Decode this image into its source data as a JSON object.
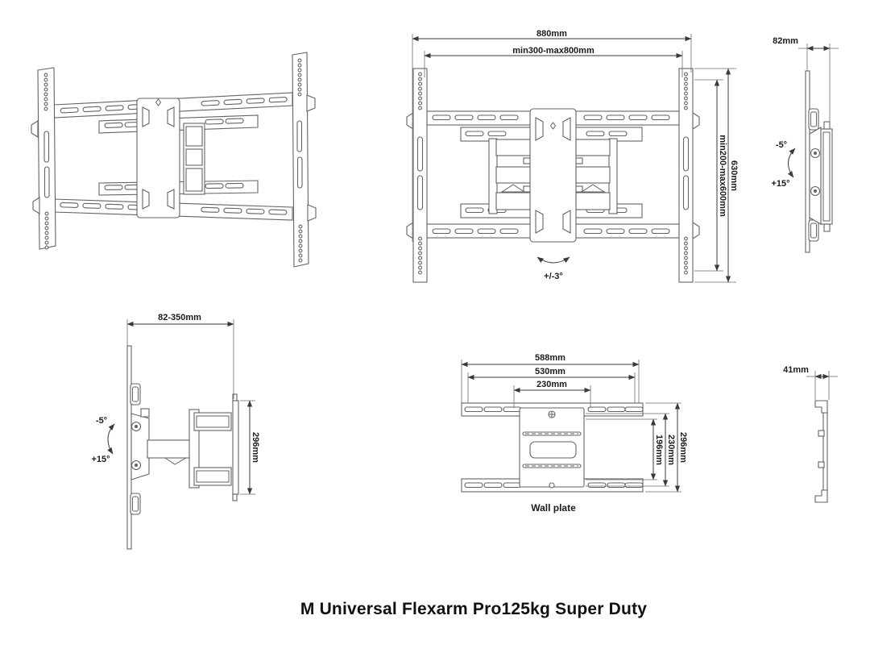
{
  "title": "M Universal Flexarm Pro125kg Super Duty",
  "colors": {
    "line": "#636363",
    "dimension": "#3a3a3a",
    "text": "#1b1b1b",
    "background": "#ffffff"
  },
  "views": {
    "front": {
      "width_total": "880mm",
      "width_range": "min300-max800mm",
      "height_range": "min200-max600mm",
      "height_total": "630mm",
      "swivel": "+/-3°"
    },
    "side_folded": {
      "depth": "82mm",
      "tilt_up": "-5°",
      "tilt_down": "+15°"
    },
    "side_extended": {
      "extension": "82-350mm",
      "tilt_up": "-5°",
      "tilt_down": "+15°",
      "bracket_height": "296mm"
    },
    "wall_plate": {
      "width_total": "588mm",
      "width_slots": "530mm",
      "width_center": "230mm",
      "height_inner": "196mm",
      "height_holes": "230mm",
      "height_total": "296mm",
      "caption": "Wall plate"
    },
    "wall_plate_side": {
      "depth": "41mm"
    }
  }
}
